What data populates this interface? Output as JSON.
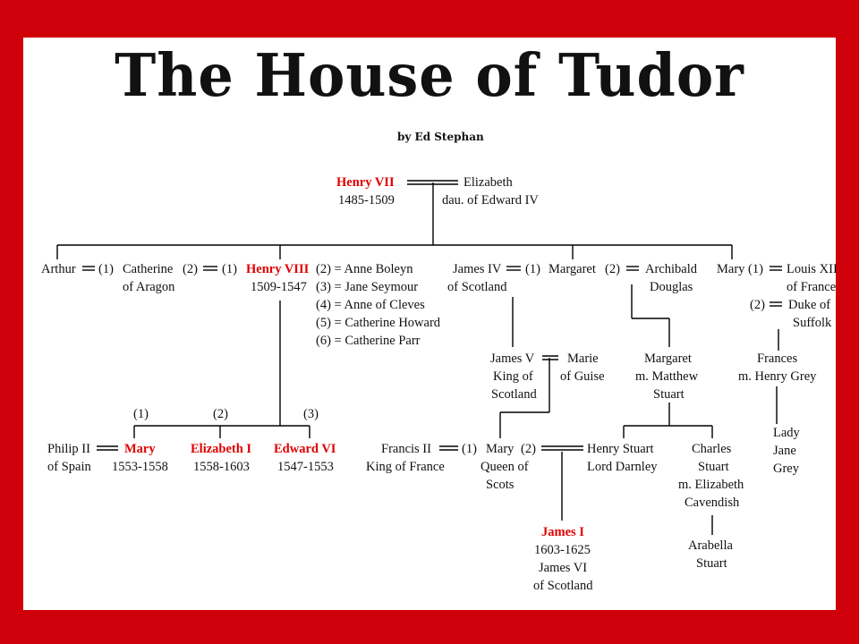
{
  "title": "The House of Tudor",
  "byline": "by Ed Stephan",
  "people": {
    "henry7": "Henry VII",
    "henry7_years": "1485-1509",
    "elizabeth_york": "Elizabeth",
    "elizabeth_york_desc": "dau. of Edward IV",
    "arthur": "Arthur",
    "catherine_aragon_1": "Catherine",
    "catherine_aragon_2": "of Aragon",
    "henry8": "Henry VIII",
    "henry8_years": "1509-1547",
    "wives": [
      "(2) = Anne Boleyn",
      "(3) = Jane Seymour",
      "(4) = Anne of Cleves",
      "(5) = Catherine Howard",
      "(6) = Catherine Parr"
    ],
    "james4_1": "James IV",
    "james4_2": "of Scotland",
    "margaret": "Margaret",
    "archibald_1": "Archibald",
    "archibald_2": "Douglas",
    "mary_sister": "Mary",
    "louis_1": "Louis XII",
    "louis_2": "of France",
    "duke_1": "Duke of",
    "duke_2": "Suffolk",
    "james5_1": "James V",
    "james5_2": "King of",
    "james5_3": "Scotland",
    "marie_1": "Marie",
    "marie_2": "of Guise",
    "margaret_d_1": "Margaret",
    "margaret_d_2": "m. Matthew",
    "margaret_d_3": "Stuart",
    "frances_1": "Frances",
    "frances_2": "m. Henry Grey",
    "jane_1": "Lady",
    "jane_2": "Jane",
    "jane_3": "Grey",
    "philip_1": "Philip II",
    "philip_2": "of Spain",
    "mary1": "Mary",
    "mary1_years": "1553-1558",
    "elizabeth1": "Elizabeth I",
    "elizabeth1_years": "1558-1603",
    "edward6": "Edward VI",
    "edward6_years": "1547-1553",
    "francis_1": "Francis II",
    "francis_2": "King of France",
    "mqs_1": "Mary",
    "mqs_2": "Queen of",
    "mqs_3": "Scots",
    "darnley_1": "Henry Stuart",
    "darnley_2": "Lord Darnley",
    "charles_1": "Charles",
    "charles_2": "Stuart",
    "charles_3": "m. Elizabeth",
    "charles_4": "Cavendish",
    "james1": "James I",
    "james1_2": "1603-1625",
    "james1_3": "James VI",
    "james1_4": "of Scotland",
    "arabella_1": "Arabella",
    "arabella_2": "Stuart"
  },
  "marks": {
    "m1": "(1)",
    "m2": "(2)",
    "m3": "(1)",
    "m4": "(1)",
    "m5": "(2)",
    "m6": "(1)",
    "m7": "(2)",
    "c1": "(1)",
    "c2": "(2)",
    "c3": "(3)",
    "m8": "(1)",
    "m9": "(2)"
  },
  "colors": {
    "frame": "#d0000a",
    "highlight": "#e00000"
  }
}
